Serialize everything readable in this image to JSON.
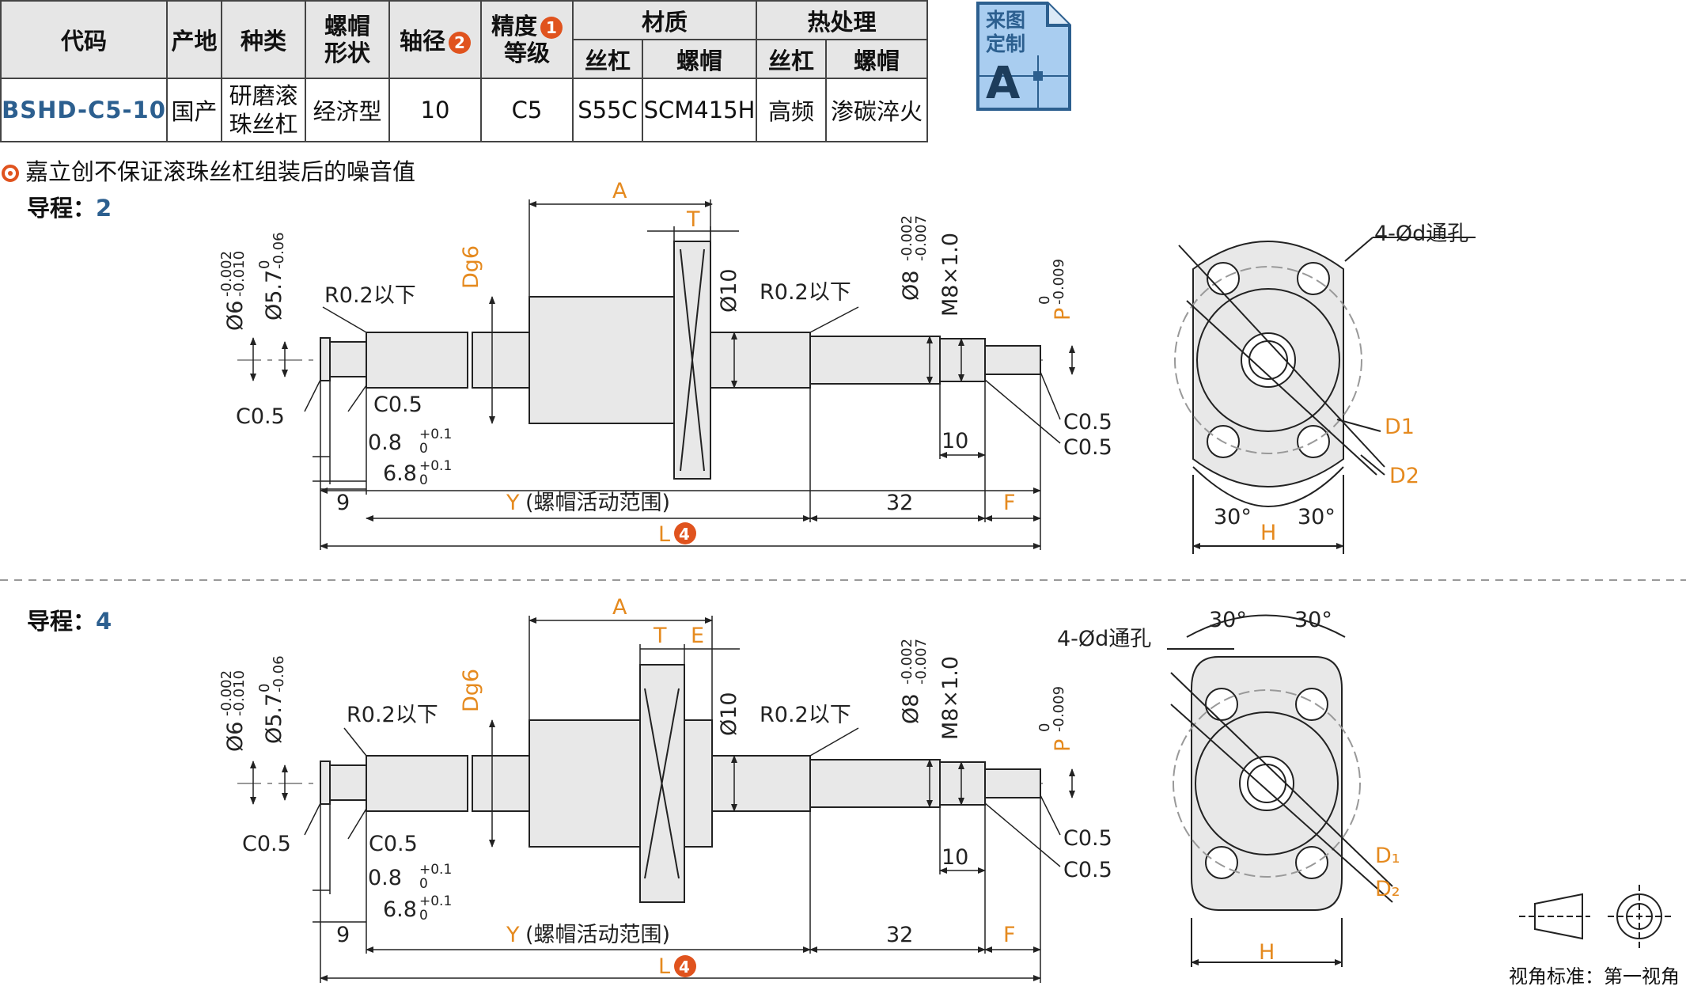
{
  "table": {
    "headers": {
      "code": "代码",
      "origin": "产地",
      "kind": "种类",
      "nut_shape_1": "螺帽",
      "nut_shape_2": "形状",
      "shaft_dia": "轴径",
      "shaft_dia_badge": "2",
      "precision_1": "精度",
      "precision_2": "等级",
      "precision_badge": "1",
      "material": "材质",
      "heat": "热处理",
      "sub_screw": "丝杠",
      "sub_nut": "螺帽",
      "sub_screw2": "丝杠",
      "sub_nut2": "螺帽"
    },
    "row": {
      "code": "BSHD-C5-10",
      "origin": "国产",
      "kind_1": "研磨滚",
      "kind_2": "珠丝杠",
      "nut_shape": "经济型",
      "shaft_dia": "10",
      "precision": "C5",
      "mat_screw": "S55C",
      "mat_nut": "SCM415H",
      "heat_screw": "高频",
      "heat_nut": "渗碳淬火"
    }
  },
  "custom_badge": {
    "line1": "来图",
    "line2": "定制",
    "letter": "A"
  },
  "note": "嘉立创不保证滚珠丝杠组装后的噪音值",
  "lead1": {
    "label": "导程：",
    "value": "2"
  },
  "lead2": {
    "label": "导程：",
    "value": "4"
  },
  "dims": {
    "A": "A",
    "T": "T",
    "E": "E",
    "Dg6": "Dg6",
    "d10": "Ø10",
    "d8": "Ø8",
    "d8_tol_up": "-0.002",
    "d8_tol_lo": "-0.007",
    "m8": "M8×1.0",
    "d6": "Ø6",
    "d6_tol_up": "-0.002",
    "d6_tol_lo": "-0.010",
    "d57": "Ø5.7",
    "d57_tol_up": "0",
    "d57_tol_lo": "-0.06",
    "P": "P",
    "p_tol_up": "0",
    "p_tol_lo": "-0.009",
    "r02": "R0.2以下",
    "c05": "C0.5",
    "g08": "0.8",
    "g68": "6.8",
    "gtol_up": "+0.1",
    "gtol_lo": "0",
    "n9": "9",
    "n32": "32",
    "n10": "10",
    "Y": "Y",
    "Y_text": "(螺帽活动范围)",
    "F": "F",
    "L": "L",
    "L_badge": "4",
    "holes": "4-Ød通孔",
    "D1": "D1",
    "D2": "D2",
    "H": "H",
    "a30": "30°",
    "D1b": "D₁",
    "D2b": "D₂"
  },
  "view_standard": "视角标准：第一视角",
  "colors": {
    "accent": "#e58a1f",
    "blue": "#2c5f8f",
    "badge": "#e0531e"
  }
}
